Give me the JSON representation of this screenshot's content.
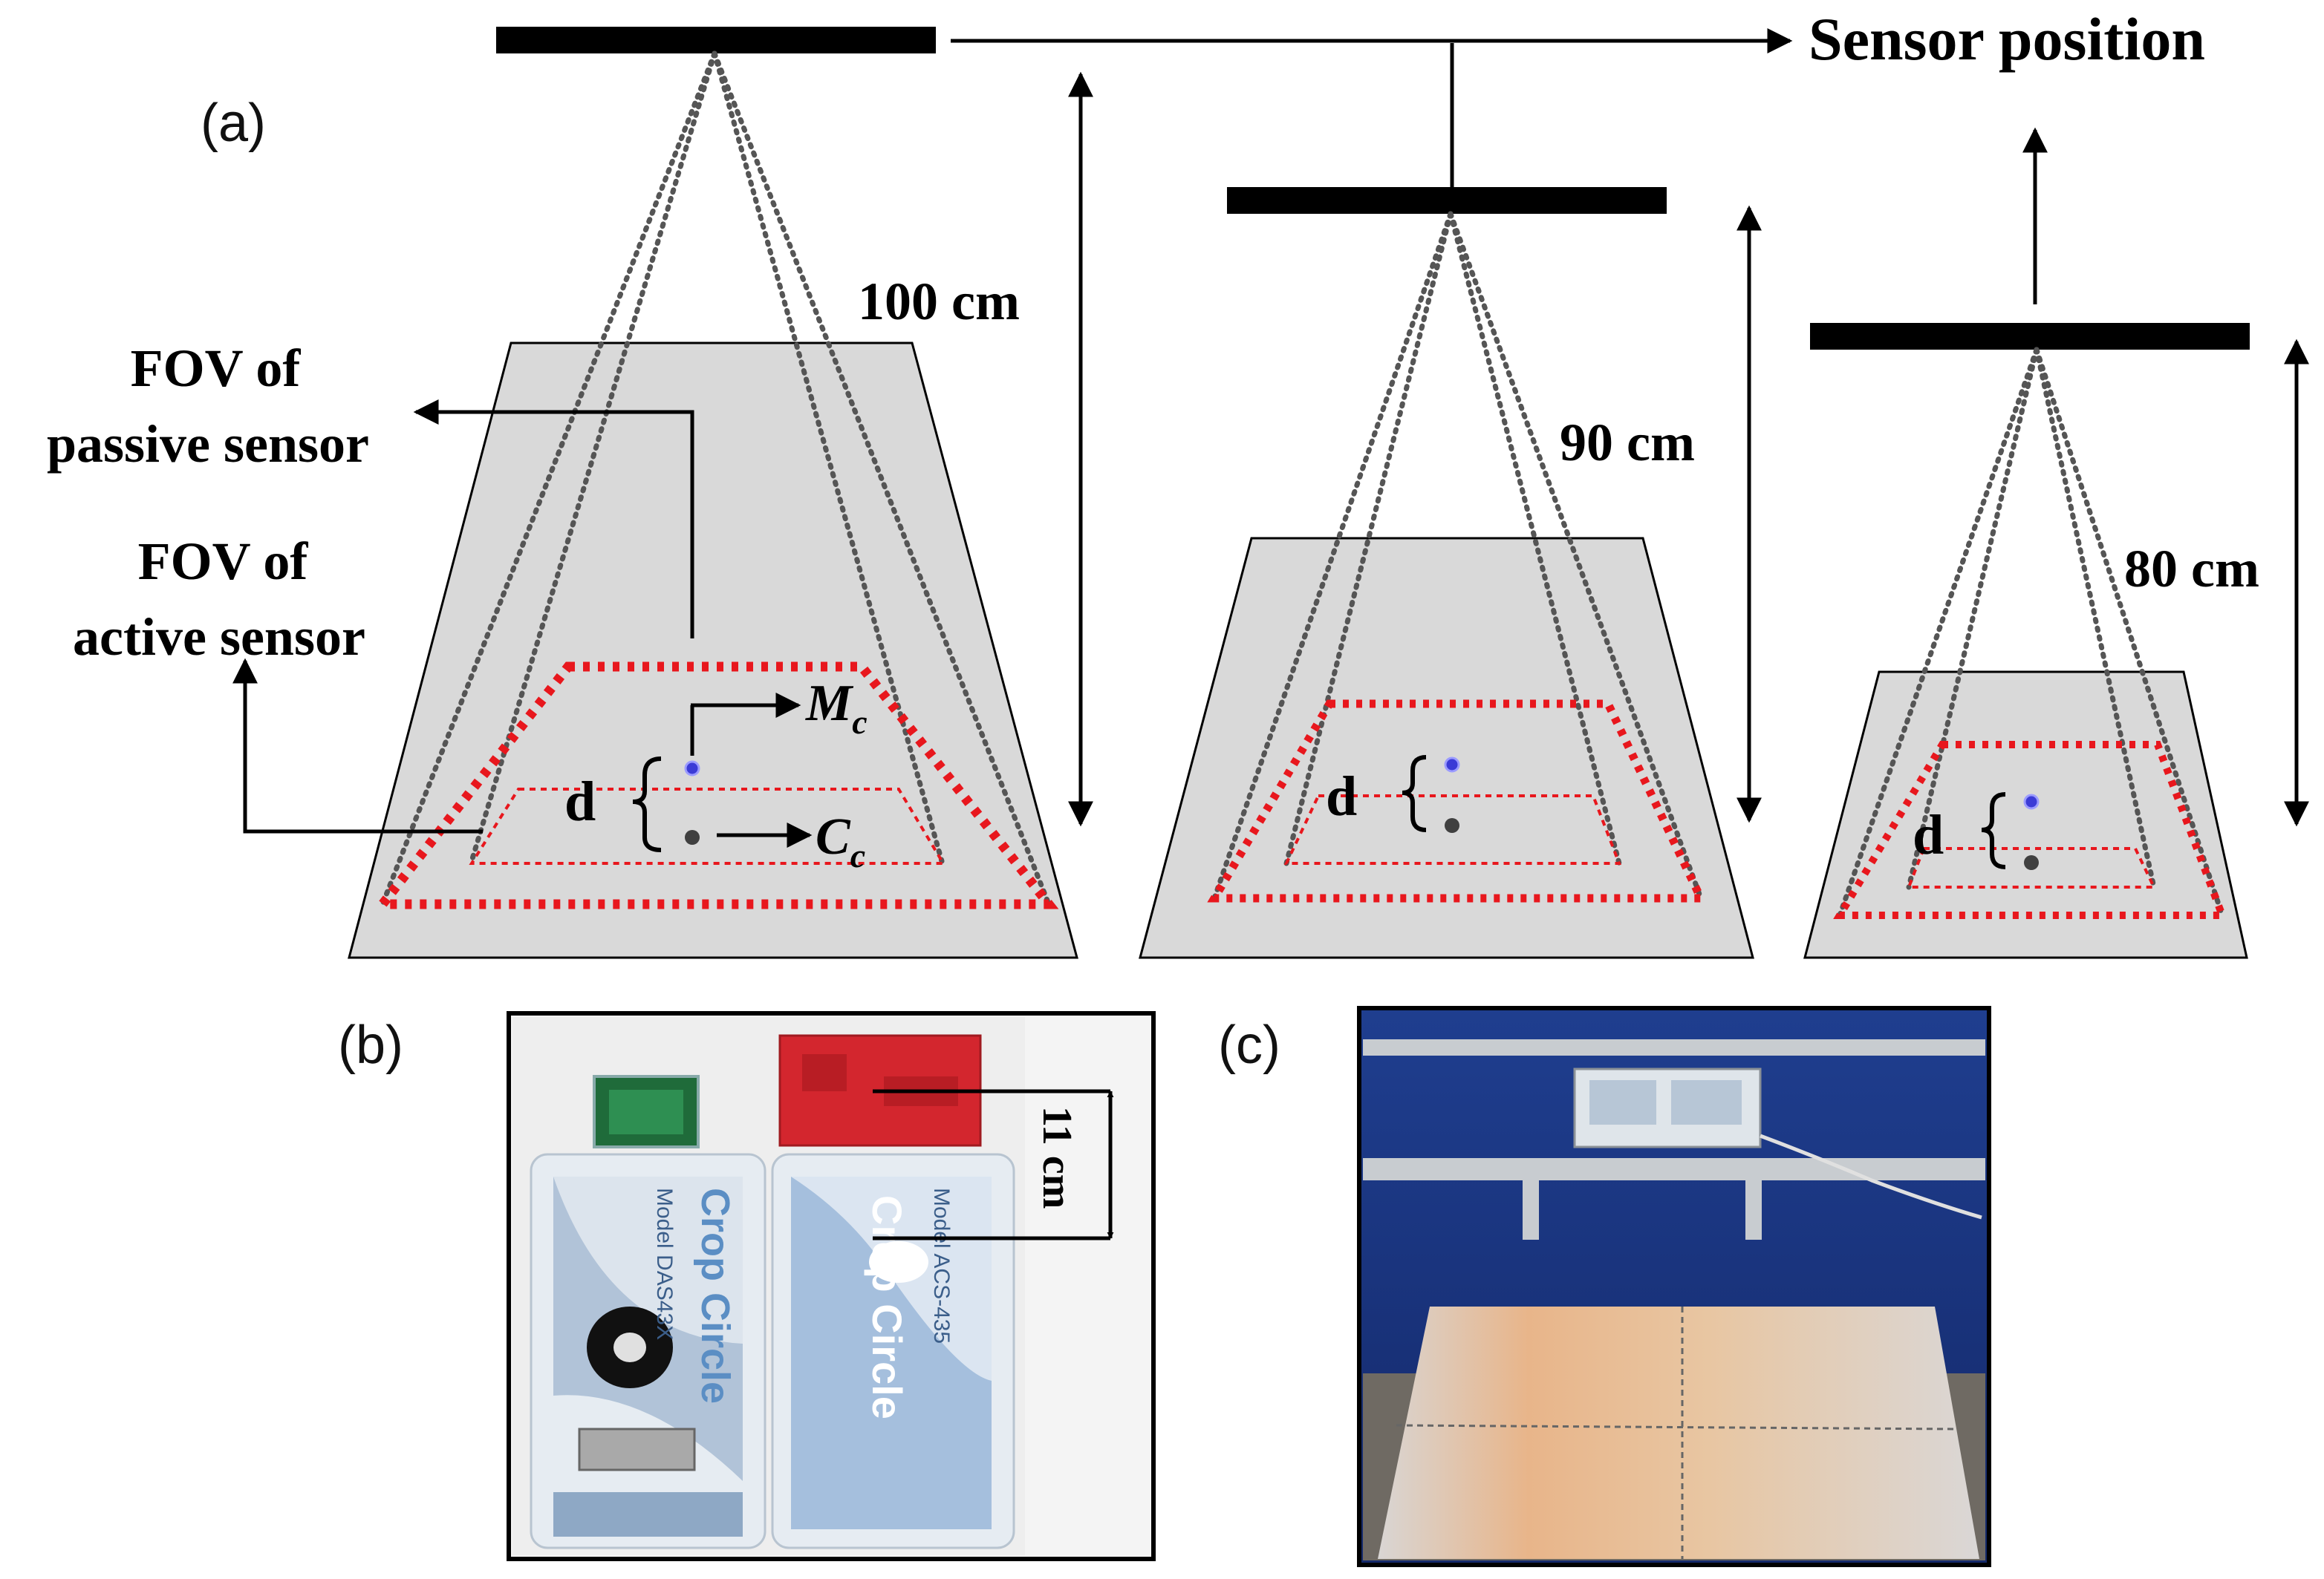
{
  "panels": {
    "a": "(a)",
    "b": "(b)",
    "c": "(c)"
  },
  "diagram": {
    "sensor_position_label": "Sensor position",
    "heights": [
      "100 cm",
      "90 cm",
      "80 cm"
    ],
    "fov_passive_label": [
      "FOV of",
      "passive sensor"
    ],
    "fov_active_label": [
      "FOV of",
      "active sensor"
    ],
    "d_label": "d",
    "mc_label": {
      "base": "M",
      "sub": "c"
    },
    "cc_label": {
      "base": "C",
      "sub": "c"
    }
  },
  "photo_b": {
    "dimension_label": "11 cm",
    "left_unit": {
      "brand": "Crop Circle",
      "model": "Model DAS43X"
    },
    "right_unit": {
      "brand": "Crop Circle",
      "model": "Model ACS-435"
    }
  },
  "colors": {
    "fov_outline": "#e8171d",
    "target_fill": "#d9d9d9",
    "passive_center": "#3b3bd6",
    "active_center": "#404040",
    "sensor_bar": "#000000"
  },
  "icons": [
    "up-arrow-icon",
    "right-arrow-icon",
    "double-arrow-icon",
    "brace-icon"
  ]
}
